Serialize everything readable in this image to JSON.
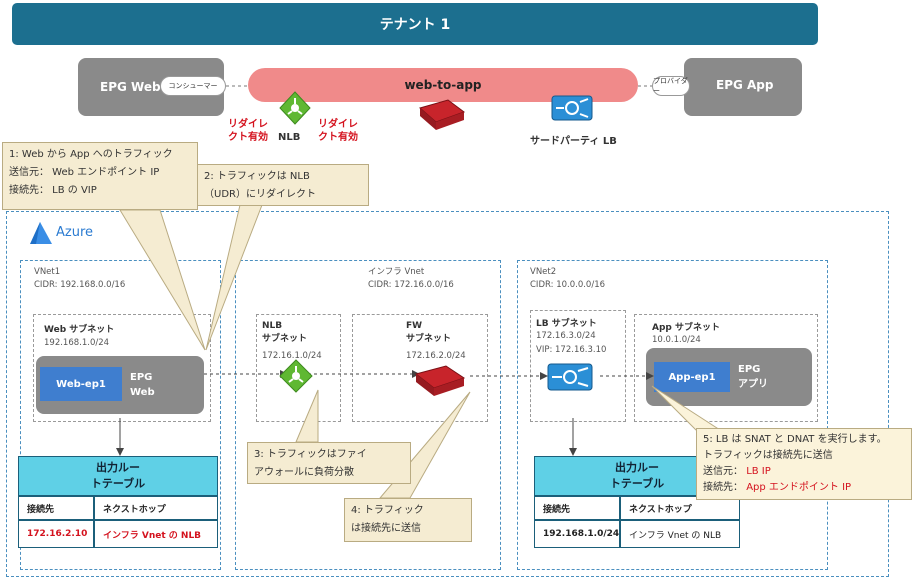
{
  "tenant": {
    "title": "テナント 1"
  },
  "epg_web": {
    "label": "EPG Web",
    "consumer_pill": "コンシューマー"
  },
  "epg_app": {
    "label": "EPG App",
    "provider_pill": "プロバイダー"
  },
  "contract": {
    "label": "web-to-app"
  },
  "redirect_labels": {
    "left": "リダイレクト有効",
    "nlb": "NLB",
    "right": "リダイレクト有効"
  },
  "third_party_lb": {
    "label": "サードパーティ LB"
  },
  "callouts": {
    "c1": {
      "line1": "1: Web から App へのトラフィック",
      "line2": "送信元： Web エンドポイント IP",
      "line3": "接続先： LB の VIP"
    },
    "c2": {
      "line1": "2: トラフィックは NLB",
      "line2": "（UDR）にリダイレクト"
    },
    "c3": {
      "line1": "3: トラフィックはファイ",
      "line2": "アウォールに負荷分散"
    },
    "c4": {
      "line1": "4: トラフィック",
      "line2": "は接続先に送信"
    },
    "c5": {
      "line1": "5: LB は SNAT と DNAT を実行します。",
      "line2": "トラフィックは接続先に送信",
      "line3_prefix": "送信元：",
      "line3_value": "LB IP",
      "line4_prefix": "接続先：",
      "line4_value": "App エンドポイント IP"
    }
  },
  "azure": {
    "label": "Azure"
  },
  "vnet1": {
    "title": "VNet1",
    "cidr": "CIDR: 192.168.0.0/16"
  },
  "infra_vnet": {
    "title": "インフラ Vnet",
    "cidr": "CIDR: 172.16.0.0/16"
  },
  "vnet2": {
    "title": "VNet2",
    "cidr": "CIDR: 10.0.0.0/16"
  },
  "web_subnet": {
    "title": "Web サブネット",
    "cidr": "192.168.1.0/24",
    "ep": "Web-ep1",
    "epg_line1": "EPG",
    "epg_line2": "Web"
  },
  "nlb_subnet": {
    "title_line1": "NLB",
    "title_line2": "サブネット",
    "cidr": "172.16.1.0/24"
  },
  "fw_subnet": {
    "title_line1": "FW",
    "title_line2": "サブネット",
    "cidr": "172.16.2.0/24"
  },
  "lb_subnet": {
    "title": "LB サブネット",
    "cidr": "172.16.3.0/24",
    "vip": "VIP: 172.16.3.10"
  },
  "app_subnet": {
    "title": "App サブネット",
    "cidr": "10.0.1.0/24",
    "ep": "App-ep1",
    "epg_line1": "EPG",
    "epg_line2": "アプリ"
  },
  "route_left": {
    "header_line1": "出力ルー",
    "header_line2": "トテーブル",
    "col1": "接続先",
    "col2": "ネクストホップ",
    "dest": "172.16.2.10",
    "next_hop": "インフラ Vnet の NLB"
  },
  "route_right": {
    "header_line1": "出力ルー",
    "header_line2": "トテーブル",
    "col1": "接続先",
    "col2": "ネクストホップ",
    "dest": "192.168.1.0/24",
    "next_hop": "インフラ Vnet の NLB"
  },
  "colors": {
    "tenant": "#1c6f8f",
    "contract": "#f08a8a",
    "epg": "#8a8a8a",
    "endpoint": "#3f7ecf",
    "route_header": "#5fd0e6",
    "highlight_red": "#d4121e",
    "azure_dashed": "#4a8fbf",
    "callout": "#f5ecd2"
  }
}
